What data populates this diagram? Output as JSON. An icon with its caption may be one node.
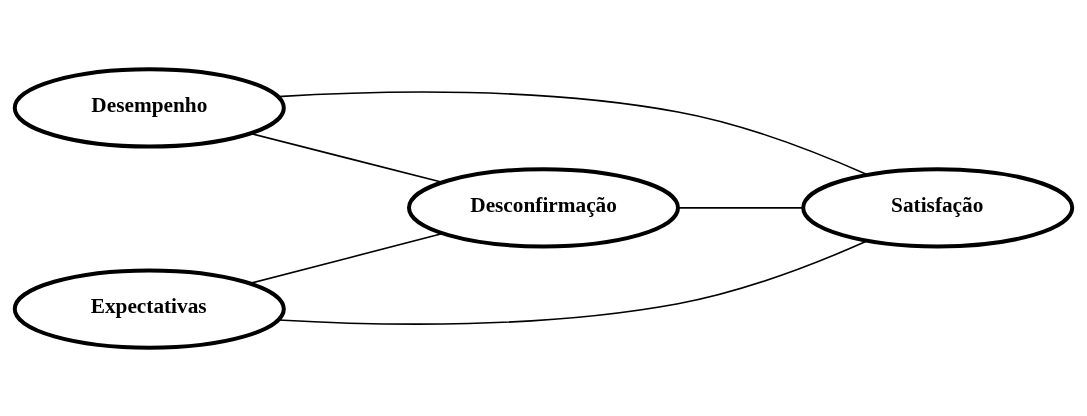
{
  "diagram": {
    "nodes": [
      {
        "text": [
          "Desempenho"
        ]
      },
      {
        "text": [
          "Desconfirmação"
        ]
      },
      {
        "text": [
          "Satisfação"
        ]
      },
      {
        "text": [
          "Expectativas"
        ]
      }
    ],
    "edges": [
      {
        "from": 0,
        "to": 1,
        "arrow": "none"
      },
      {
        "from": 0,
        "to": 2,
        "arrow": "none"
      },
      {
        "from": 1,
        "to": 2,
        "arrow": "none"
      },
      {
        "from": 3,
        "to": 1,
        "arrow": "none"
      },
      {
        "from": 3,
        "to": 2,
        "arrow": "none"
      }
    ]
  }
}
